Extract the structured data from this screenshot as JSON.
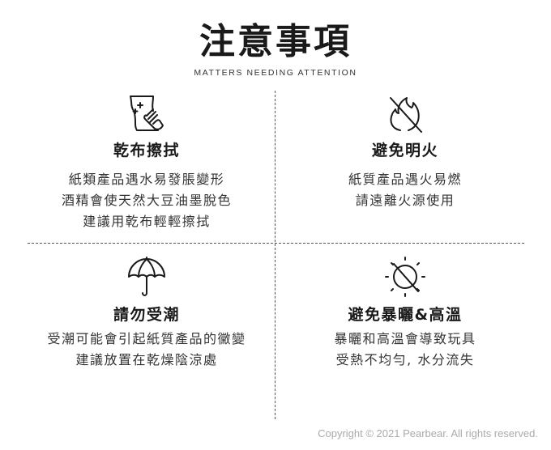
{
  "header": {
    "title": "注意事項",
    "subtitle": "MATTERS NEEDING ATTENTION"
  },
  "items": [
    {
      "icon": "wipe-cloth-icon",
      "title": "乾布擦拭",
      "lines": [
        "紙類產品遇水易發脹變形",
        "酒精會使天然大豆油墨脫色",
        "建議用乾布輕輕擦拭"
      ]
    },
    {
      "icon": "no-fire-icon",
      "title": "避免明火",
      "lines": [
        "紙質產品遇火易燃",
        "請遠離火源使用"
      ]
    },
    {
      "icon": "umbrella-icon",
      "title": "請勿受潮",
      "lines": [
        "受潮可能會引起紙質產品的黴變",
        "建議放置在乾燥陰涼處"
      ]
    },
    {
      "icon": "no-sun-icon",
      "title": "避免暴曬&高溫",
      "lines": [
        "暴曬和高溫會導致玩具",
        "受熱不均勻, 水分流失"
      ]
    }
  ],
  "footer": {
    "copyright": "Copyright © 2021 Pearbear. All rights reserved."
  }
}
